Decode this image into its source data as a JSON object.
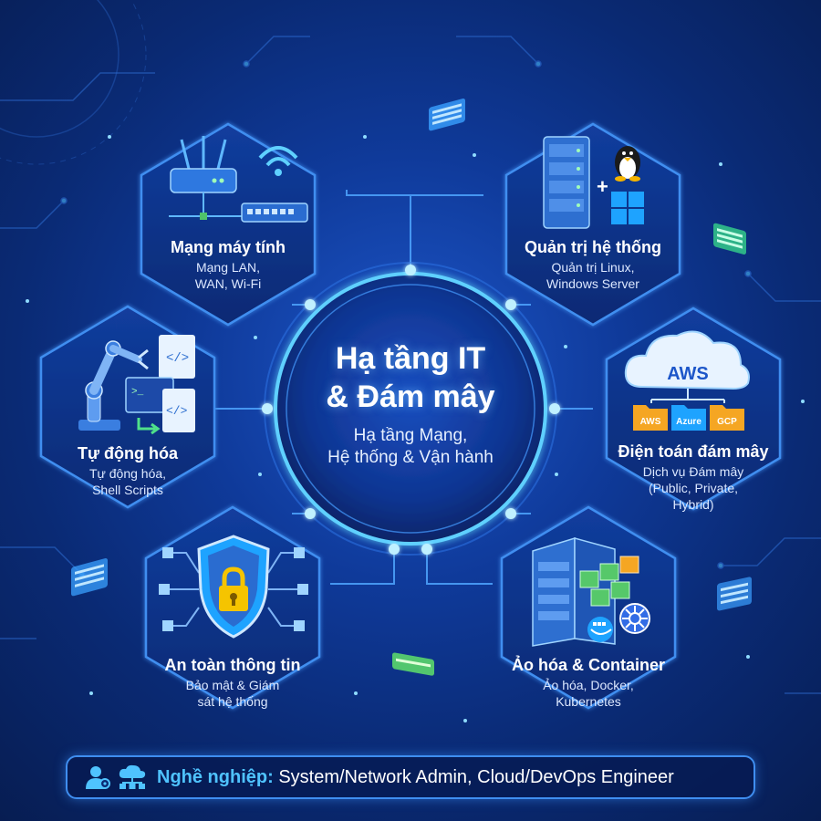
{
  "colors": {
    "accent_cyan": "#4fc3ff",
    "hex_border": "#3f8ef0",
    "background_deep": "#071d52",
    "background_mid": "#1d56c9"
  },
  "center": {
    "title_line1": "Hạ tầng IT",
    "title_line2": "& Đám mây",
    "subtitle_line1": "Hạ tầng Mạng,",
    "subtitle_line2": "Hệ thống & Vận hành"
  },
  "nodes": {
    "network": {
      "title": "Mạng máy tính",
      "sub_line1": "Mạng LAN,",
      "sub_line2": "WAN, Wi-Fi",
      "icon": "router-wifi-switch-icon"
    },
    "sysadmin": {
      "title": "Quản trị hệ thống",
      "sub_line1": "Quản trị Linux,",
      "sub_line2": "Windows Server",
      "icon": "server-linux-windows-icon"
    },
    "automation": {
      "title": "Tự động hóa",
      "sub_line1": "Tự động hóa,",
      "sub_line2": "Shell Scripts",
      "icon": "robot-arm-code-icon"
    },
    "cloud": {
      "title": "Điện toán đám mây",
      "sub_line1": "Dịch vụ Đám mây",
      "sub_line2": "(Public, Private,",
      "sub_line3": "Hybrid)",
      "icon": "cloud-icon",
      "cloud_label": "AWS",
      "folders": [
        "AWS",
        "Azure",
        "GCP"
      ]
    },
    "security": {
      "title": "An toàn thông tin",
      "sub_line1": "Bảo mật & Giám",
      "sub_line2": "sát hệ thống",
      "icon": "shield-lock-icon"
    },
    "virtualization": {
      "title": "Ảo hóa & Container",
      "sub_line1": "Ảo hóa, Docker,",
      "sub_line2": "Kubernetes",
      "icon": "server-containers-icon"
    }
  },
  "career": {
    "label": "Nghề nghiệp:",
    "value": " System/Network Admin, Cloud/DevOps Engineer",
    "icons": [
      "admin-user-icon",
      "cloud-network-icon"
    ]
  }
}
